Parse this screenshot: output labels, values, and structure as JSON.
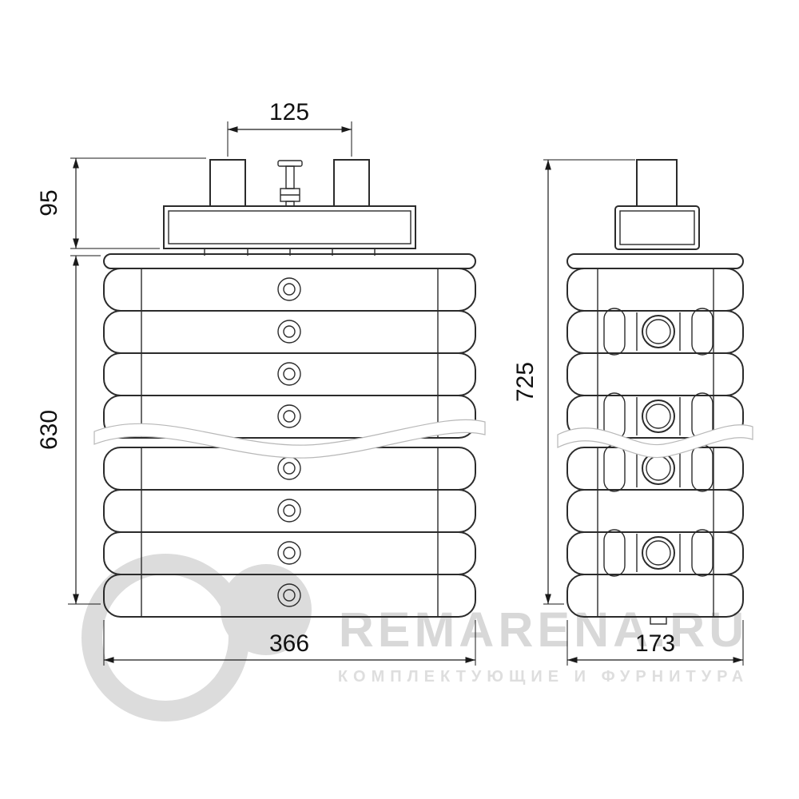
{
  "drawing": {
    "type": "technical-drawing-weight-stack-two-views",
    "dimensions": {
      "top_pin_spacing": "125",
      "head_height": "95",
      "stack_height": "630",
      "front_width": "366",
      "overall_height": "725",
      "side_width": "173"
    },
    "watermark": {
      "brand": "REMARENA.RU",
      "tagline": "КОМПЛЕКТУЮЩИЕ И ФУРНИТУРА"
    },
    "colors": {
      "line": "#2b2b2b",
      "dimension": "#1a1a1a",
      "watermark": "#dcdcdc",
      "background": "#ffffff"
    }
  }
}
